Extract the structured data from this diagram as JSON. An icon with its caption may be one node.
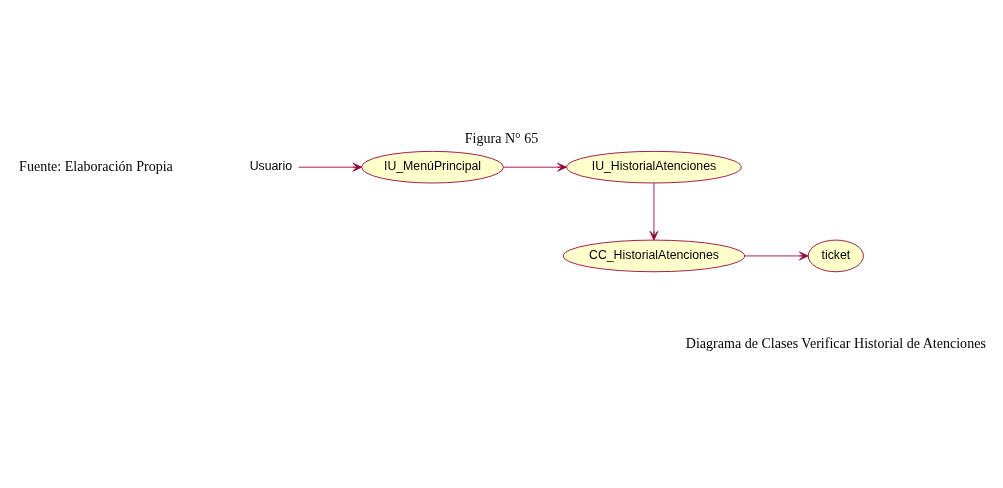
{
  "diagram": {
    "title": "Figura N° 65",
    "caption": "Diagrama de Clases Verificar Historial de Atenciones",
    "nodes": [
      {
        "text": [
          "Usuario"
        ]
      },
      {
        "text": [
          "IU_MenúPrincipal"
        ]
      },
      {
        "text": [
          "IU_HistorialAtenciones"
        ]
      },
      {
        "text": [
          "CC_HistorialAtenciones"
        ]
      },
      {
        "text": [
          "ticket"
        ]
      }
    ],
    "edges": [
      {
        "from": 0,
        "to": 1,
        "arrow": "to"
      },
      {
        "from": 1,
        "to": 2,
        "arrow": "to"
      },
      {
        "from": 2,
        "to": 3,
        "arrow": "to"
      },
      {
        "from": 3,
        "to": 4,
        "arrow": "to"
      }
    ],
    "labels": [
      "Fuente: Elaboración Propia"
    ]
  }
}
